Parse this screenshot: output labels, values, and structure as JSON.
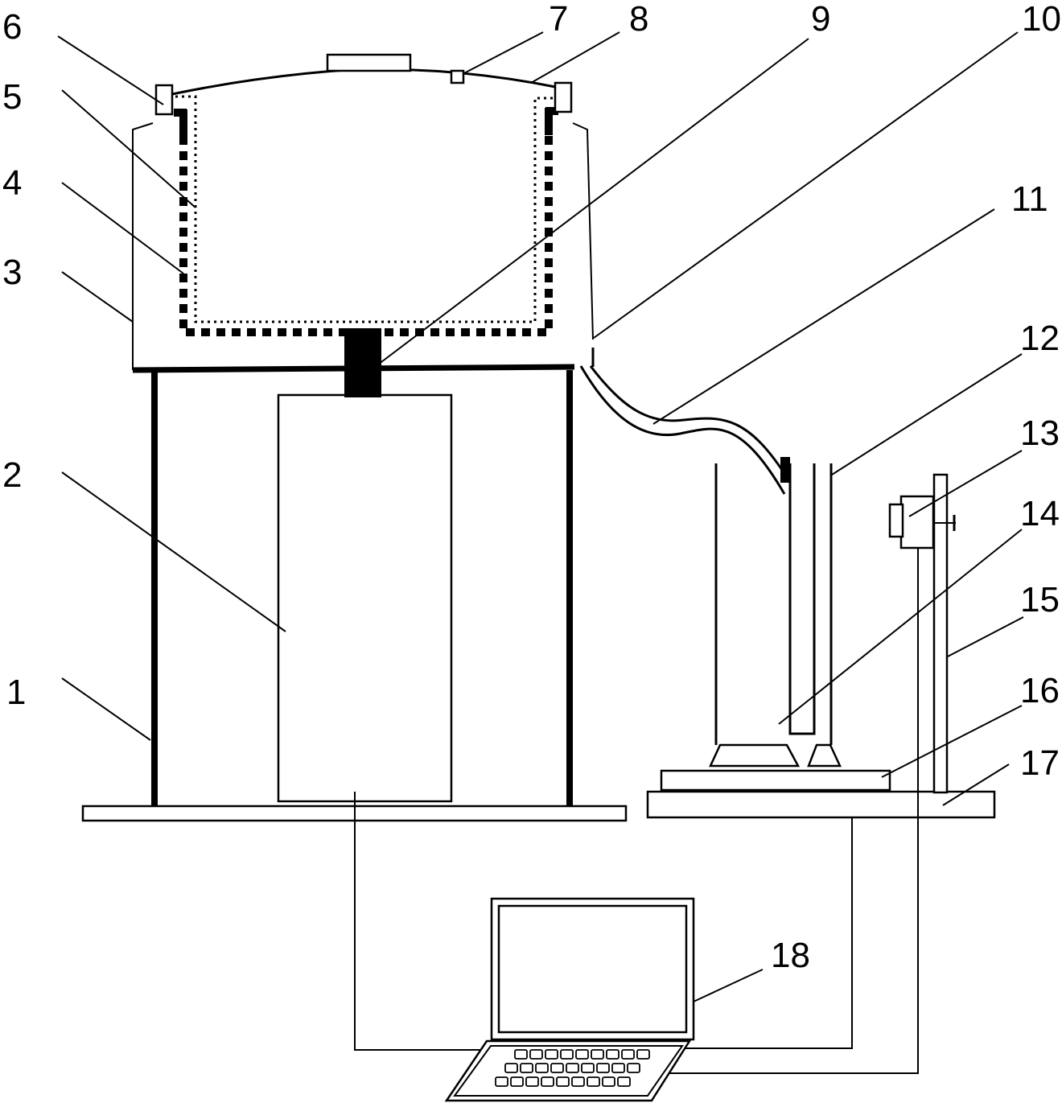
{
  "labels": {
    "l1": "1",
    "l2": "2",
    "l3": "3",
    "l4": "4",
    "l5": "5",
    "l6": "6",
    "l7": "7",
    "l8": "8",
    "l9": "9",
    "l10": "10",
    "l11": "11",
    "l12": "12",
    "l13": "13",
    "l14": "14",
    "l15": "15",
    "l16": "16",
    "l17": "17",
    "l18": "18"
  }
}
